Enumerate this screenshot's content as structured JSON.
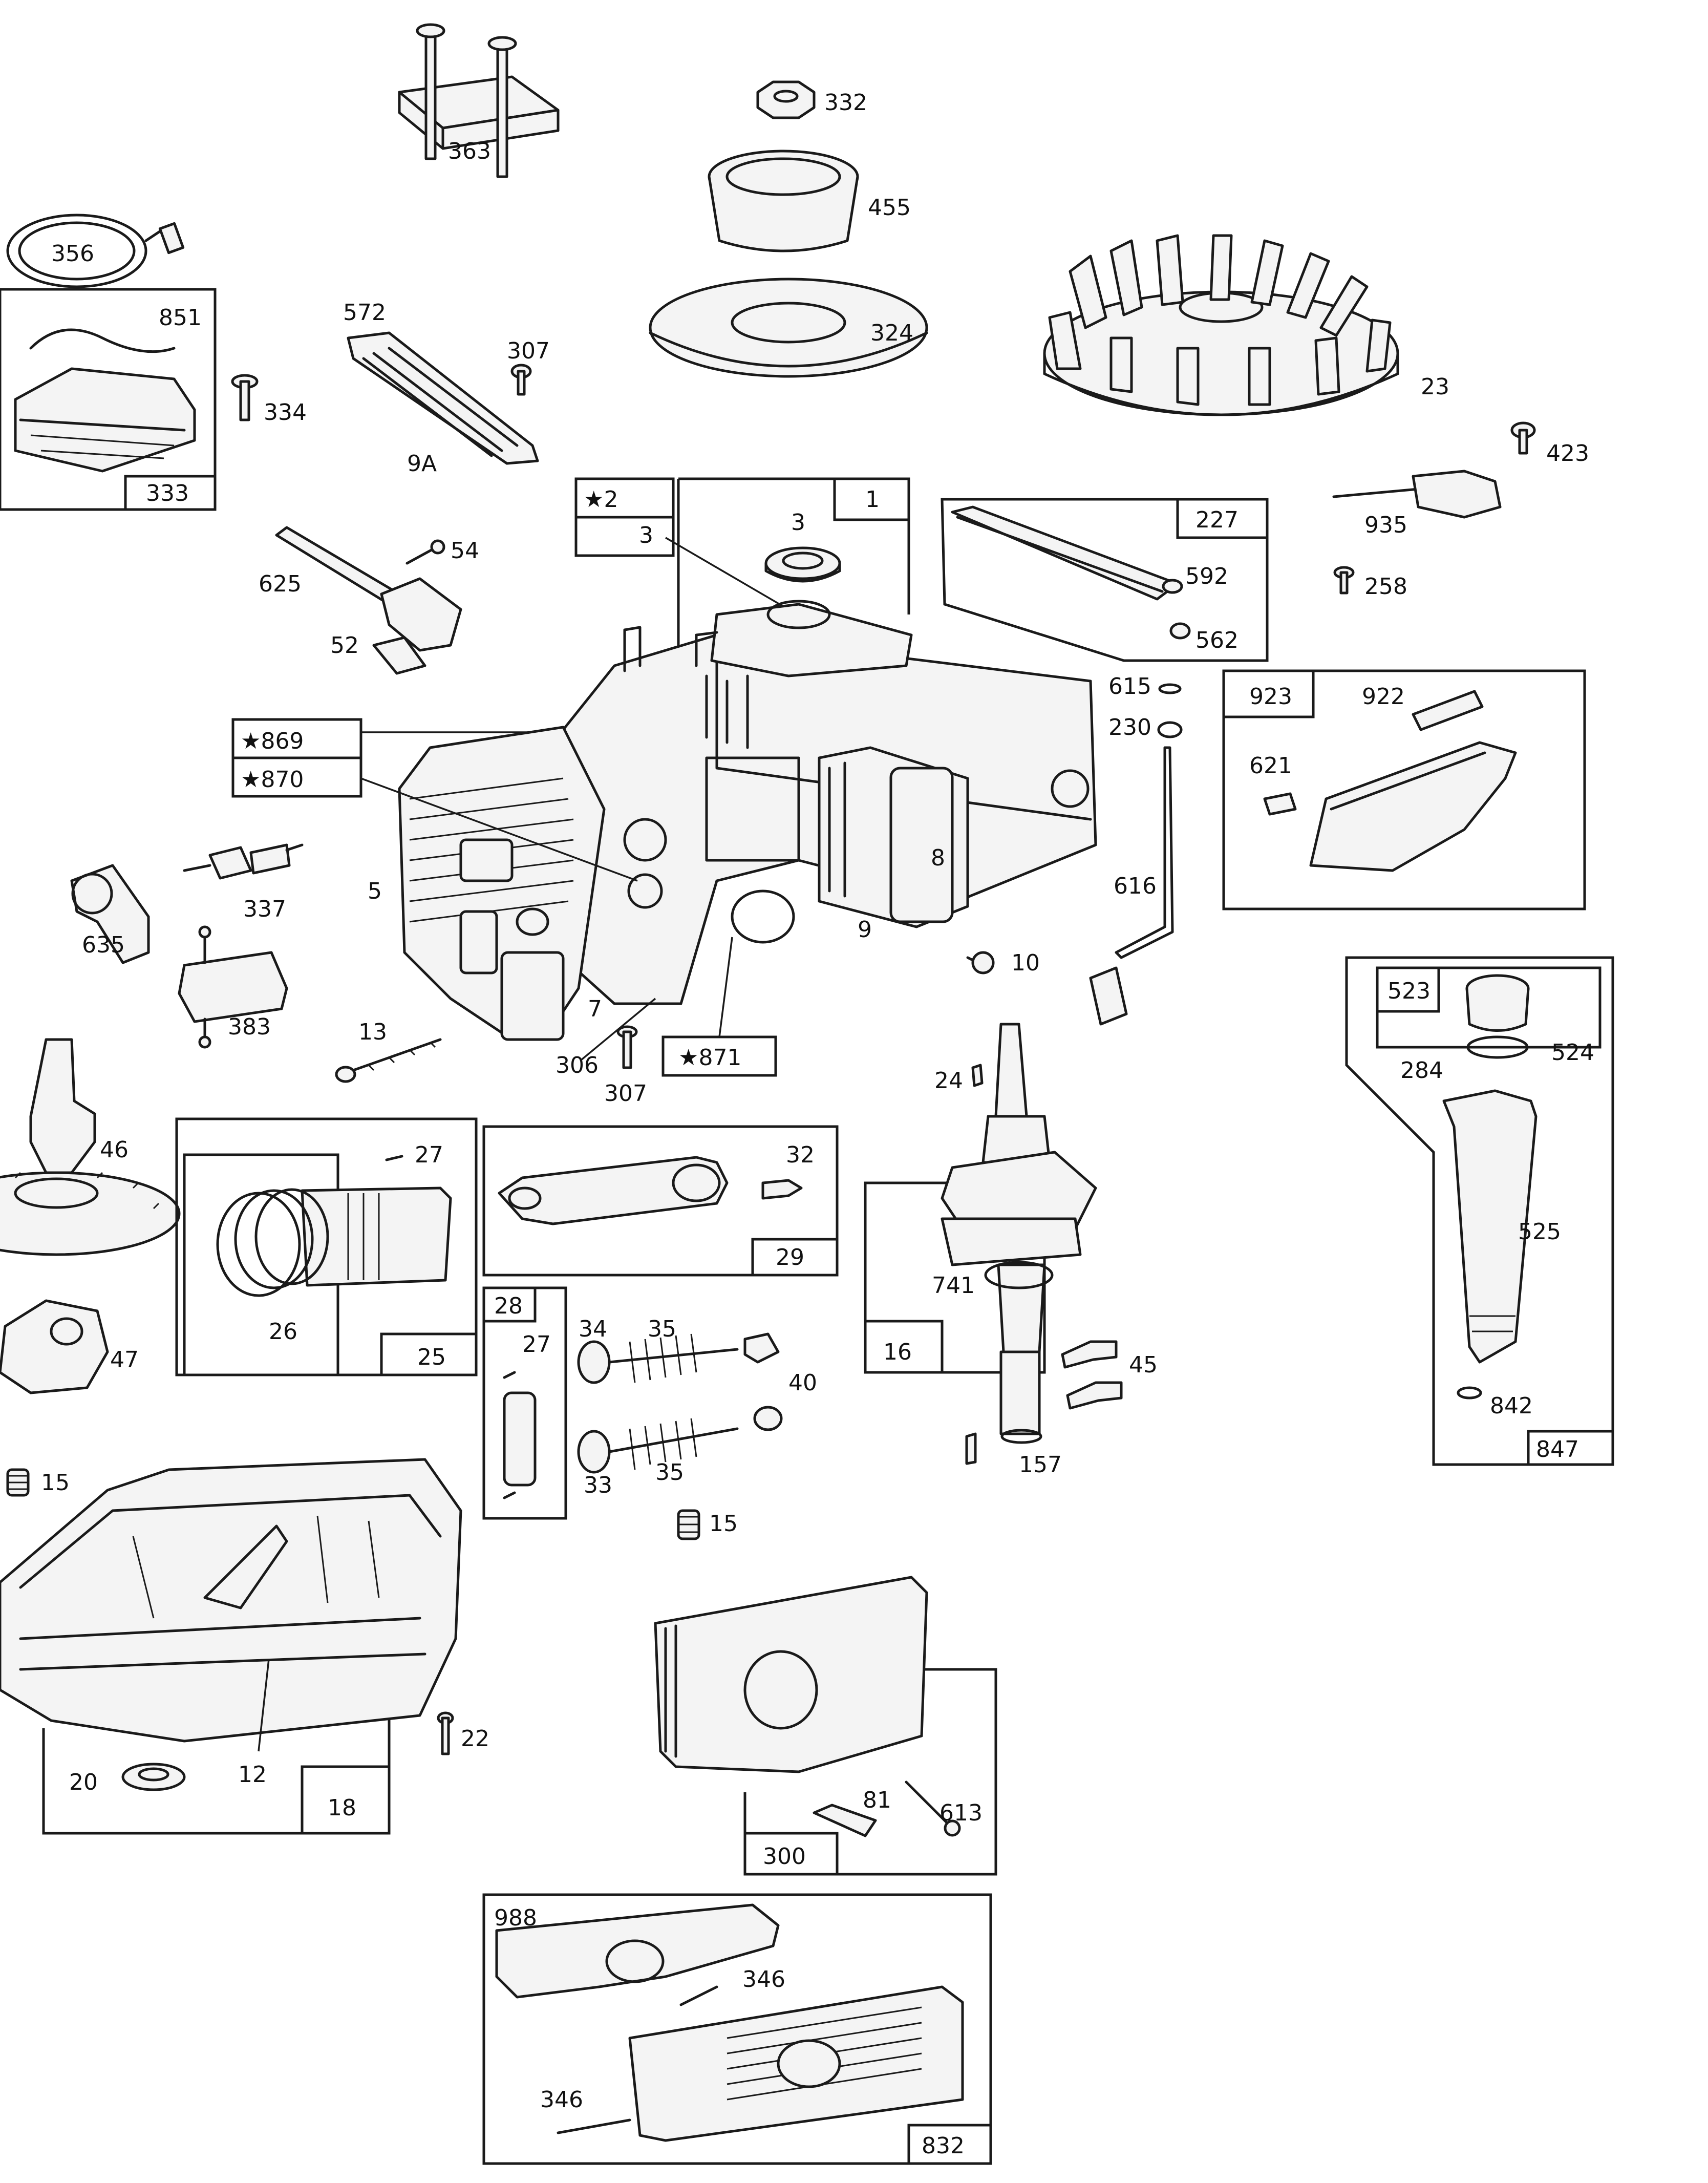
{
  "labels": {
    "p332": "332",
    "p363": "363",
    "p455": "455",
    "p356": "356",
    "p851": "851",
    "p324": "324",
    "p23": "23",
    "p572": "572",
    "p307a": "307",
    "p334": "334",
    "p333": "333",
    "p9A": "9A",
    "p423": "423",
    "p935": "935",
    "p258": "258",
    "p2": "★2",
    "p3a": "3",
    "p3b": "3",
    "p1": "1",
    "p227": "227",
    "p592": "592",
    "p562": "562",
    "p625": "625",
    "p54": "54",
    "p52": "52",
    "p615": "615",
    "p230": "230",
    "p923": "923",
    "p922": "922",
    "p621": "621",
    "p869": "★869",
    "p870": "★870",
    "p8": "8",
    "p5": "5",
    "p337": "337",
    "p616": "616",
    "p635": "635",
    "p9": "9",
    "p10": "10",
    "p7": "7",
    "p383": "383",
    "p523": "523",
    "p13": "13",
    "p306": "306",
    "p307b": "307",
    "p871": "★871",
    "p524": "524",
    "p284": "284",
    "p24": "24",
    "p46": "46",
    "p27a": "27",
    "p32": "32",
    "p26": "26",
    "p29": "29",
    "p25": "25",
    "p525": "525",
    "p741": "741",
    "p47": "47",
    "p28": "28",
    "p27b": "27",
    "p34": "34",
    "p35a": "35",
    "p40": "40",
    "p16": "16",
    "p45": "45",
    "p842": "842",
    "p15a": "15",
    "p33": "33",
    "p35b": "35",
    "p157": "157",
    "p847": "847",
    "p15b": "15",
    "p22": "22",
    "p12": "12",
    "p20": "20",
    "p18": "18",
    "p81": "81",
    "p613": "613",
    "p300": "300",
    "p988": "988",
    "p346a": "346",
    "p346b": "346",
    "p832": "832"
  },
  "icons": [
    "fastener-icon",
    "flywheel-icon",
    "crankshaft-icon",
    "cylinder-block-icon"
  ]
}
